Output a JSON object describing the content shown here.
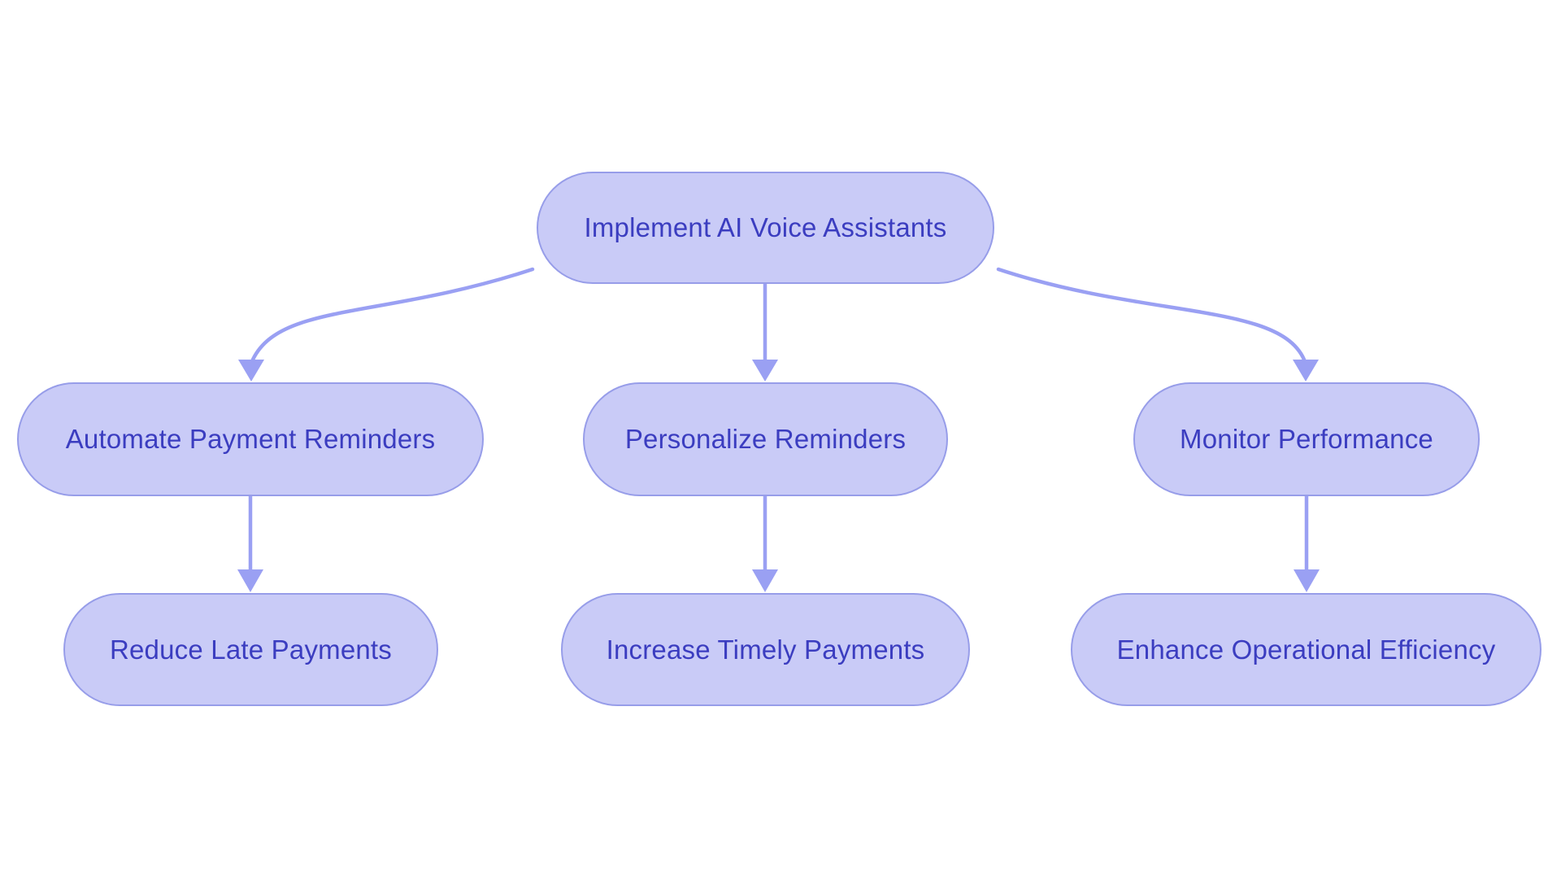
{
  "diagram": {
    "type": "flowchart",
    "direction": "top-down",
    "nodes": {
      "root": {
        "id": "implement-ai-voice-assistants",
        "label": "Implement AI Voice Assistants",
        "level": 0
      },
      "branch_left": {
        "id": "automate-payment-reminders",
        "label": "Automate Payment Reminders",
        "level": 1
      },
      "branch_center": {
        "id": "personalize-reminders",
        "label": "Personalize Reminders",
        "level": 1
      },
      "branch_right": {
        "id": "monitor-performance",
        "label": "Monitor Performance",
        "level": 1
      },
      "leaf_left": {
        "id": "reduce-late-payments",
        "label": "Reduce Late Payments",
        "level": 2
      },
      "leaf_center": {
        "id": "increase-timely-payments",
        "label": "Increase Timely Payments",
        "level": 2
      },
      "leaf_right": {
        "id": "enhance-operational-efficiency",
        "label": "Enhance Operational Efficiency",
        "level": 2
      }
    },
    "edges": [
      {
        "from": "implement-ai-voice-assistants",
        "to": "automate-payment-reminders"
      },
      {
        "from": "implement-ai-voice-assistants",
        "to": "personalize-reminders"
      },
      {
        "from": "implement-ai-voice-assistants",
        "to": "monitor-performance"
      },
      {
        "from": "automate-payment-reminders",
        "to": "reduce-late-payments"
      },
      {
        "from": "personalize-reminders",
        "to": "increase-timely-payments"
      },
      {
        "from": "monitor-performance",
        "to": "enhance-operational-efficiency"
      }
    ],
    "colors": {
      "background": "#ffffff",
      "node_fill": "#c9cbf7",
      "node_border": "#979de9",
      "arrow": "#9aa0f3",
      "text": "#3b3dc0"
    }
  }
}
